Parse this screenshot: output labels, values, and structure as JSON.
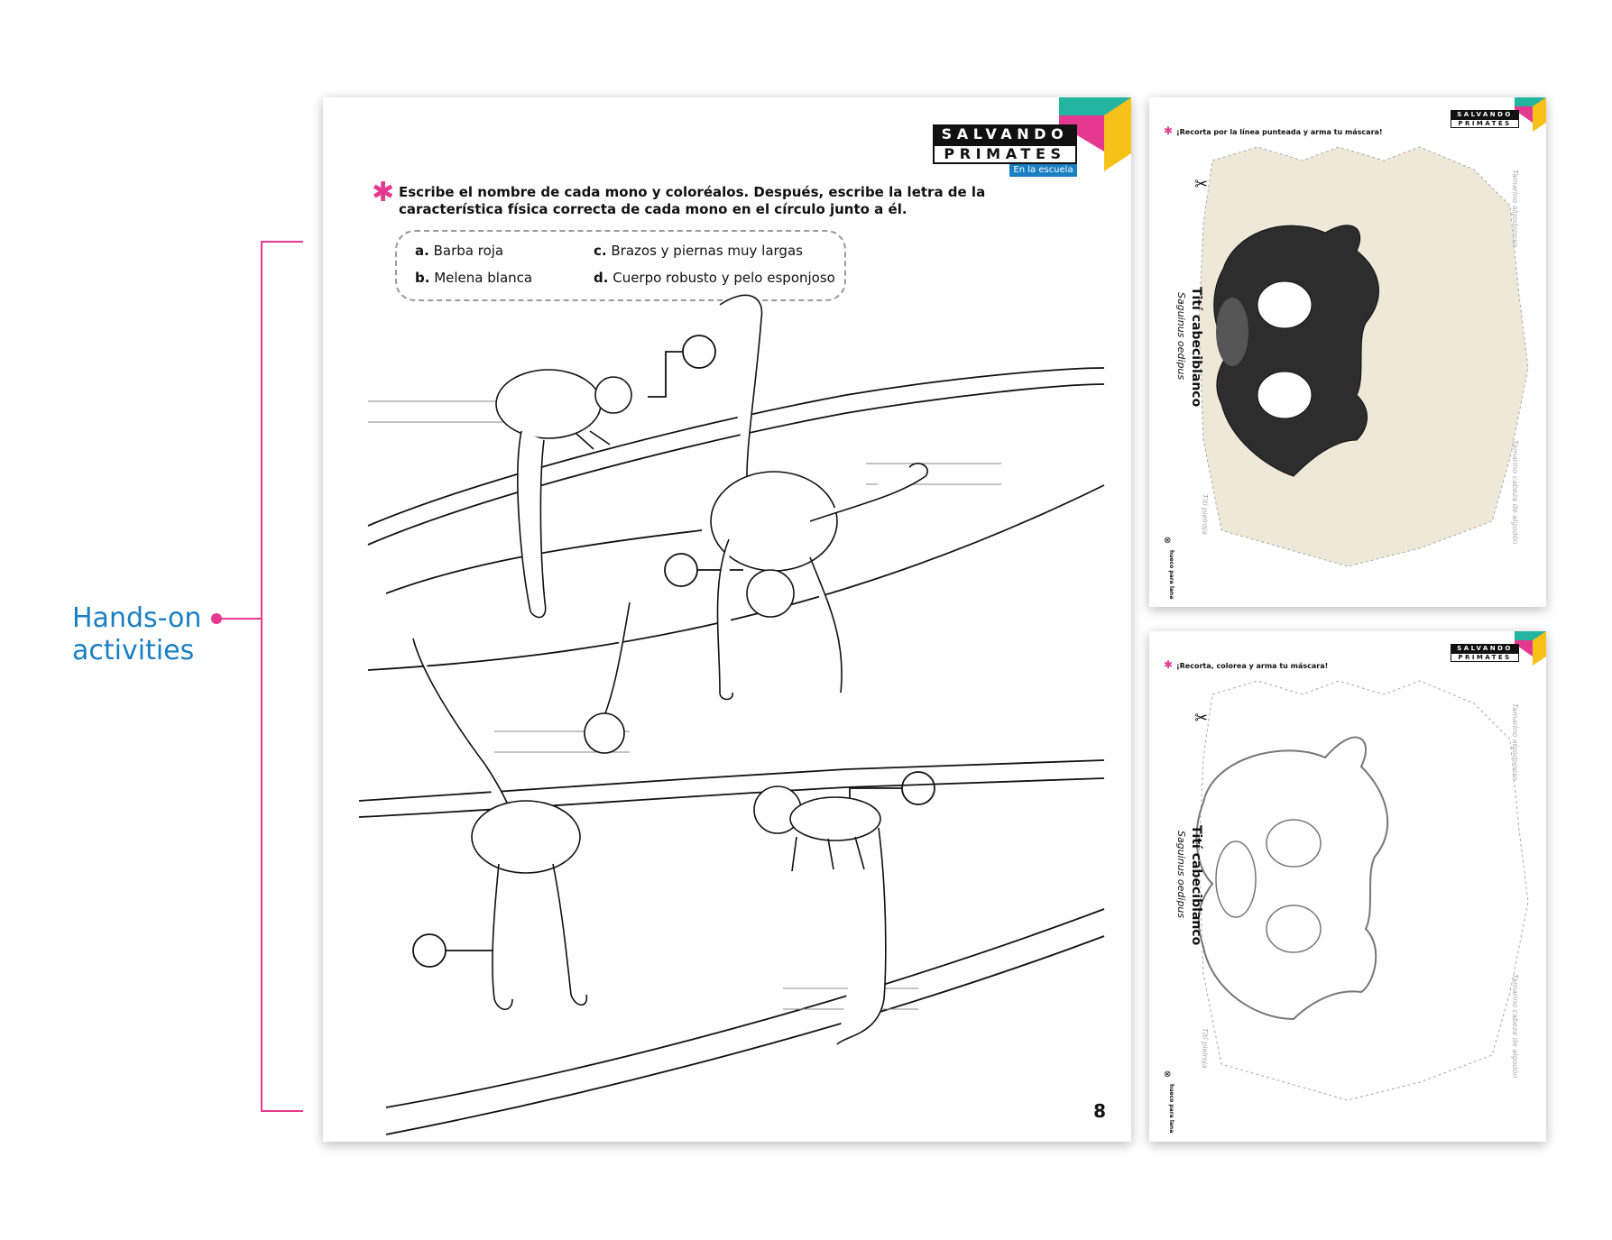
{
  "annotation": {
    "line1": "Hands-on",
    "line2": "activities"
  },
  "colors": {
    "accent_pink": "#e4398e",
    "accent_blue": "#1b7fc4",
    "logo_teal": "#23b5a0",
    "logo_yellow": "#f6c21a"
  },
  "logo": {
    "line1": "SALVANDO",
    "line2": "PRIMATES",
    "tag": "En la escuela"
  },
  "worksheet": {
    "instruction": "Escribe el nombre de cada mono y coloréalos. Después, escribe la letra de la característica física correcta de cada mono en el círculo junto a él.",
    "options": [
      {
        "letter": "a.",
        "text": "Barba roja"
      },
      {
        "letter": "c.",
        "text": "Brazos y piernas muy largas"
      },
      {
        "letter": "b.",
        "text": "Melena blanca"
      },
      {
        "letter": "d.",
        "text": "Cuerpo robusto y pelo esponjoso"
      }
    ],
    "page_number": "8"
  },
  "mask_colored": {
    "instruction": "¡Recorta por la línea punteada y arma tu máscara!",
    "name": "Tití cabeciblanco",
    "scientific": "Saguinus oedipus",
    "hole_label": "hueco para lana",
    "side_text_1": "Tamarino algodonoso",
    "side_text_2": "Tamarino cabeza de algodón",
    "bottom_text": "Tití pielroja"
  },
  "mask_outline": {
    "instruction": "¡Recorta, colorea y arma tu máscara!",
    "name": "Tití cabeciblanco",
    "scientific": "Saguinus oedipus",
    "hole_label": "hueco para lana",
    "side_text_1": "Tamarino algodonoso",
    "side_text_2": "Tamarino cabeza de algodón",
    "bottom_text": "Tití pielroja"
  }
}
